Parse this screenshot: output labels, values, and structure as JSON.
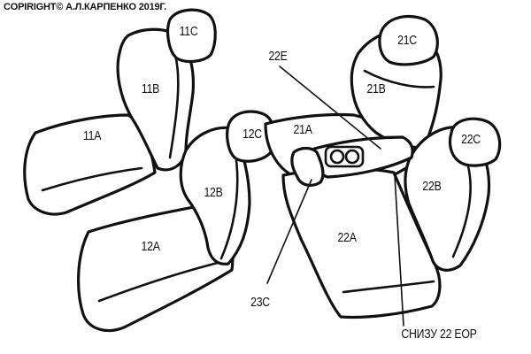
{
  "copyright": "COPIRIGHT© А.Л.КАРПЕНКО 2019Г.",
  "labels": {
    "l11C": "11C",
    "l11B": "11B",
    "l11A": "11A",
    "l12C": "12C",
    "l12B": "12B",
    "l12A": "12A",
    "l21C": "21C",
    "l21B": "21B",
    "l21A": "21A",
    "l22C": "22C",
    "l22B": "22B",
    "l22A": "22A",
    "l22E": "22E",
    "l23C": "23C",
    "lBottom": "СНИЗУ 22 EOP"
  }
}
